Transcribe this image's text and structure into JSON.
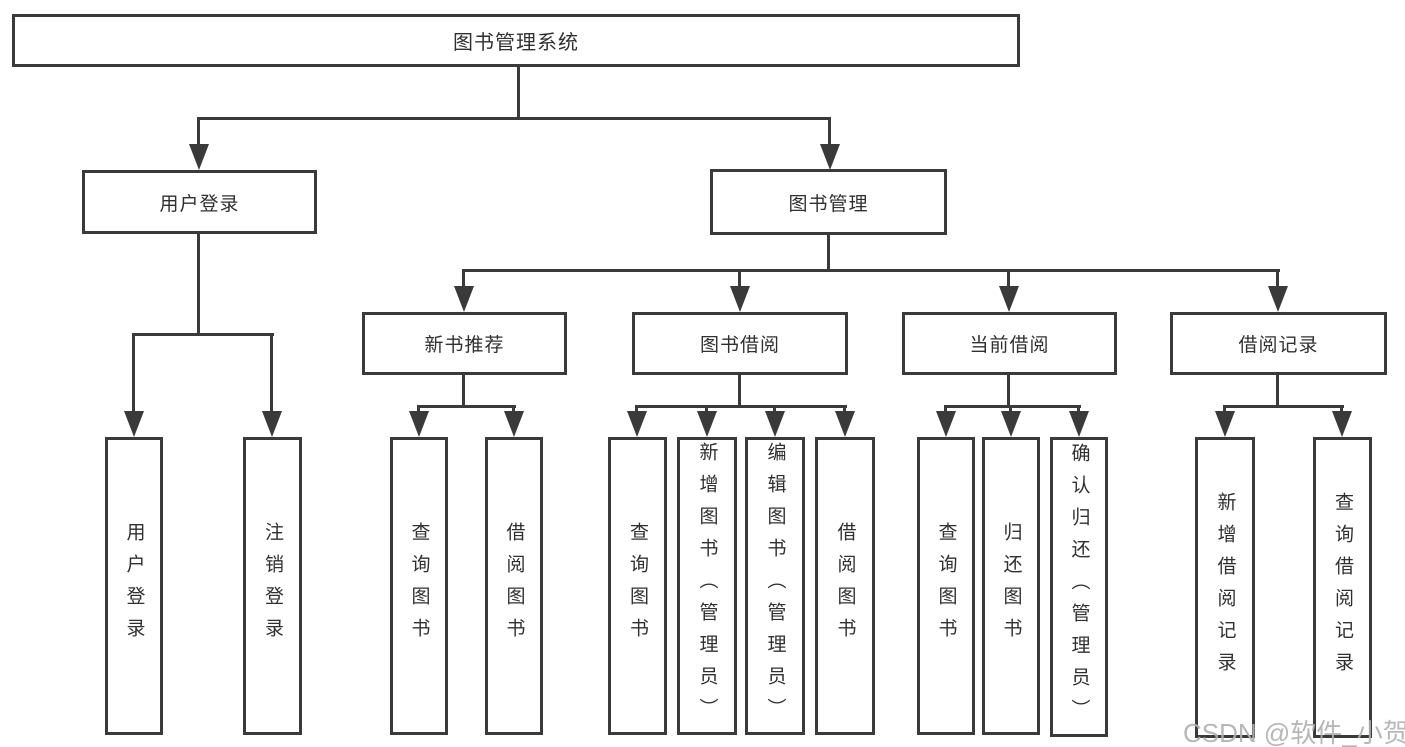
{
  "diagram_title": "图书管理系统",
  "root": {
    "label": "图书管理系统"
  },
  "branches": {
    "user_login": {
      "label": "用户登录",
      "children": [
        {
          "label": "用户登录"
        },
        {
          "label": "注销登录"
        }
      ]
    },
    "book_mgmt": {
      "label": "图书管理",
      "children": [
        {
          "label": "新书推荐",
          "children": [
            {
              "label": "查询图书"
            },
            {
              "label": "借阅图书"
            }
          ]
        },
        {
          "label": "图书借阅",
          "children": [
            {
              "label": "查询图书"
            },
            {
              "label": "新增图书（管理员）"
            },
            {
              "label": "编辑图书（管理员）"
            },
            {
              "label": "借阅图书"
            }
          ]
        },
        {
          "label": "当前借阅",
          "children": [
            {
              "label": "查询图书"
            },
            {
              "label": "归还图书"
            },
            {
              "label": "确认归还（管理员）"
            }
          ]
        },
        {
          "label": "借阅记录",
          "children": [
            {
              "label": "新增借阅记录"
            },
            {
              "label": "查询借阅记录"
            }
          ]
        }
      ]
    }
  },
  "watermark": {
    "text": "CSDN @软件_小贺同学",
    "color": "#b1b1b1"
  },
  "colors": {
    "line": "#3a3a3a",
    "text": "#303030",
    "box_background": "#ffffff",
    "page_background": "#ffffff"
  }
}
